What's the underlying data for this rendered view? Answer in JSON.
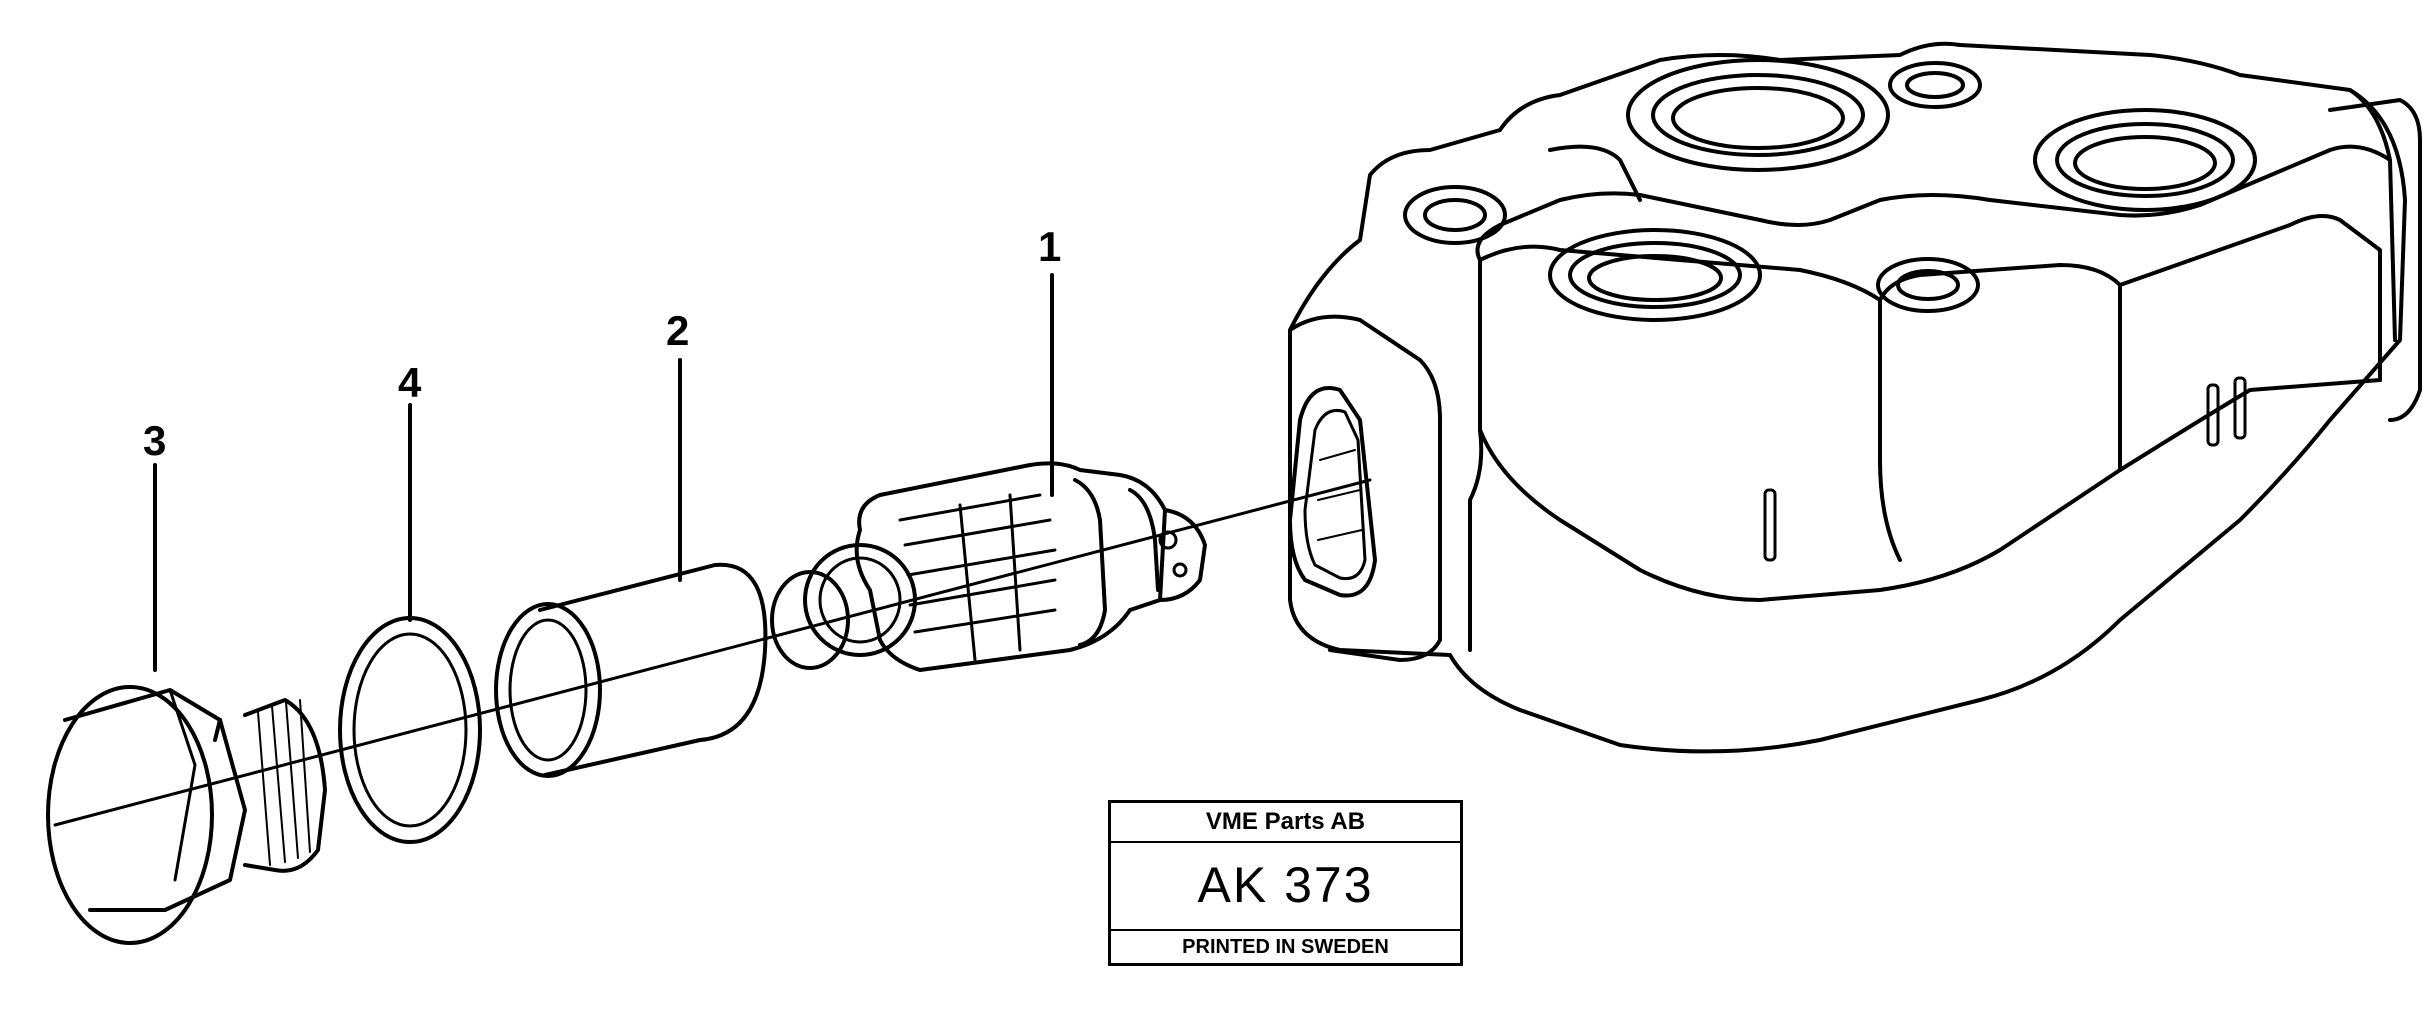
{
  "callouts": [
    {
      "id": "callout-1",
      "label": "1"
    },
    {
      "id": "callout-2",
      "label": "2"
    },
    {
      "id": "callout-3",
      "label": "3"
    },
    {
      "id": "callout-4",
      "label": "4"
    }
  ],
  "stamp": {
    "company": "VME Parts AB",
    "code": "AK 373",
    "footer": "PRINTED IN SWEDEN"
  },
  "colors": {
    "ink": "#000000",
    "paper": "#ffffff"
  }
}
